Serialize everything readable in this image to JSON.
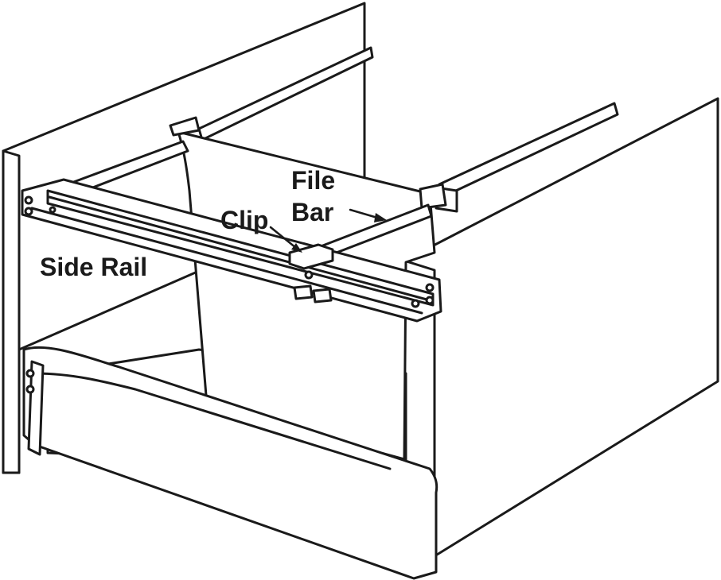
{
  "labels": {
    "side_rail": "Side Rail",
    "clip": "Clip",
    "file": "File",
    "bar": "Bar"
  },
  "colors": {
    "stroke": "#1a1a1a",
    "fill": "#ffffff",
    "shade": "#e9e9e9"
  }
}
